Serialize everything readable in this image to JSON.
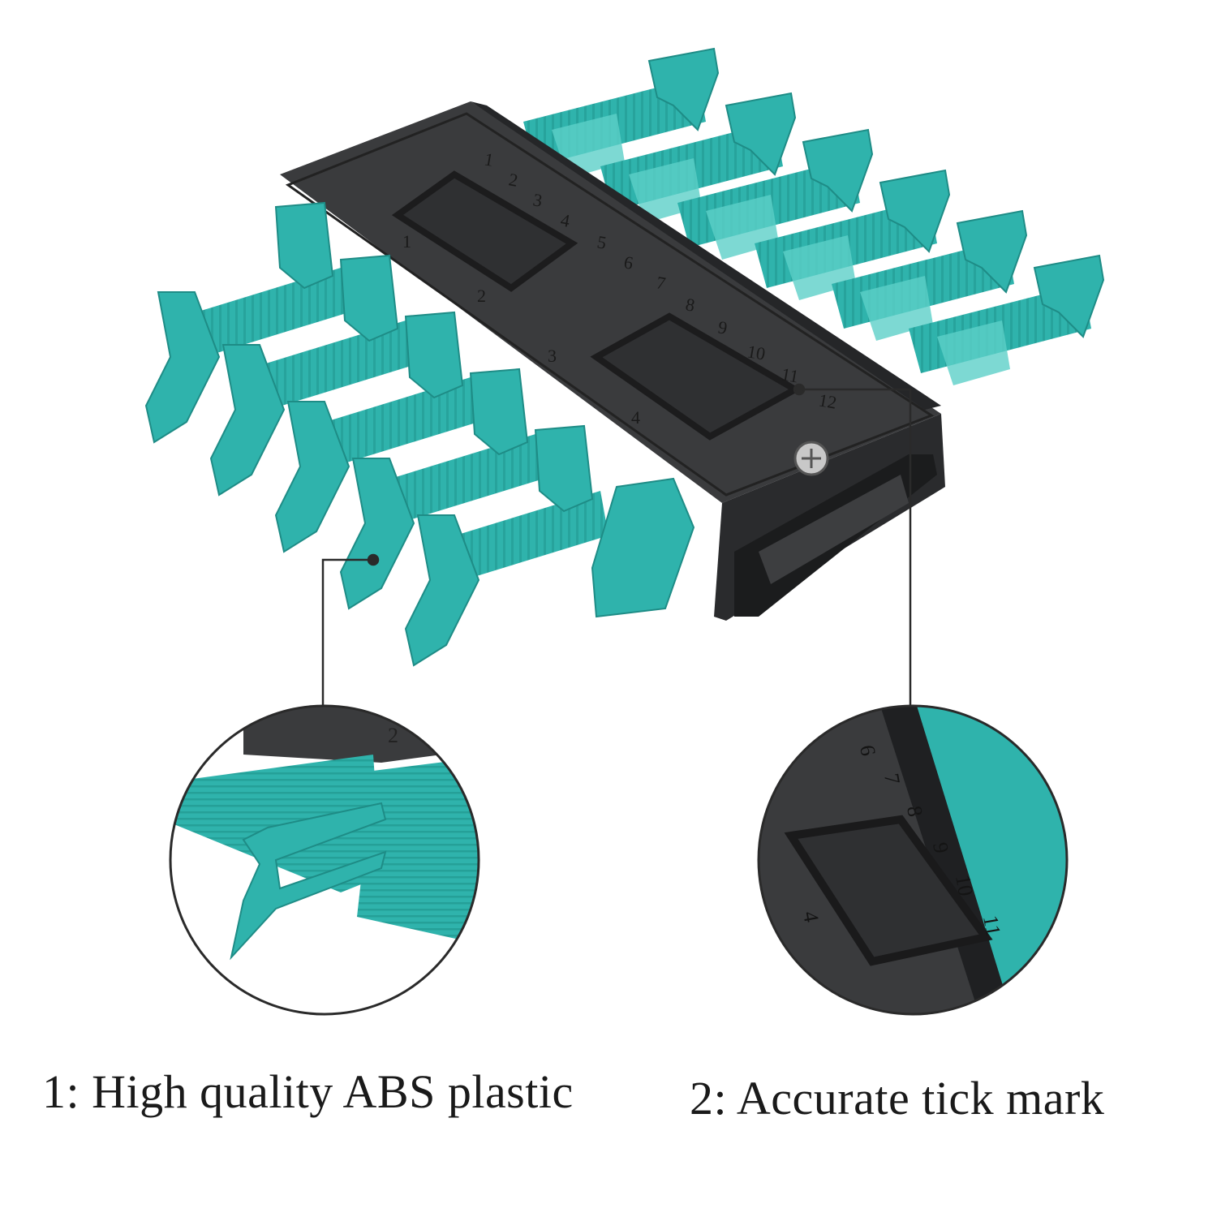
{
  "colors": {
    "teal": "#2fb3ac",
    "teal_dark": "#1e8c86",
    "teal_light": "#5dd0c8",
    "ruler": "#3a3b3d",
    "ruler_dark": "#252628",
    "pointer_line": "#2a2a2a",
    "background": "#ffffff"
  },
  "ruler": {
    "numbers_top_scale": [
      "1",
      "2",
      "3",
      "4",
      "5",
      "6",
      "7",
      "8",
      "9",
      "10",
      "11",
      "12"
    ],
    "numbers_side_scale": [
      "1",
      "2",
      "3",
      "4"
    ]
  },
  "callouts": [
    {
      "id": "abs-plastic",
      "caption": "1: High quality ABS plastic",
      "detail_label": "2"
    },
    {
      "id": "tick-mark",
      "caption": "2: Accurate tick mark",
      "detail_numbers": [
        "6",
        "7",
        "8",
        "9",
        "10",
        "11",
        "4"
      ]
    }
  ]
}
